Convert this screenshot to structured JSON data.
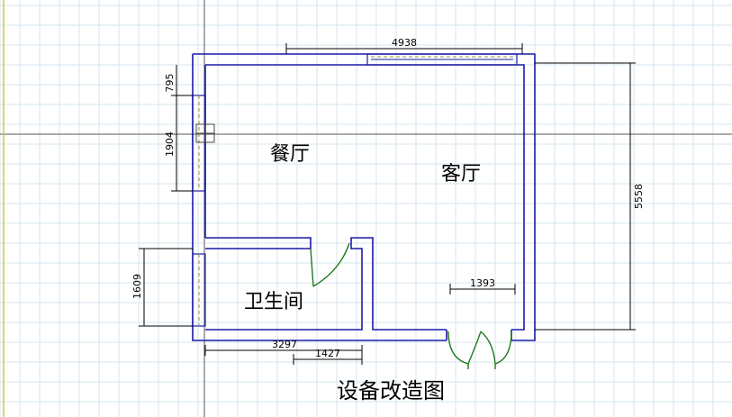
{
  "plan": {
    "title": "设备改造图",
    "rooms": {
      "dining": "餐厅",
      "living": "客厅",
      "bathroom": "卫生间"
    },
    "dimensions": {
      "top_width": "4938",
      "left_upper": "795",
      "left_window": "1904",
      "left_lower": "1609",
      "right_height": "5558",
      "door_width": "1393",
      "bottom_left": "3297",
      "bottom_mid": "1427"
    },
    "colors": {
      "wall": "#1a1aa8",
      "door": "#1f7a1f",
      "grid": "#d6e6ef",
      "axis": "#555555"
    }
  }
}
